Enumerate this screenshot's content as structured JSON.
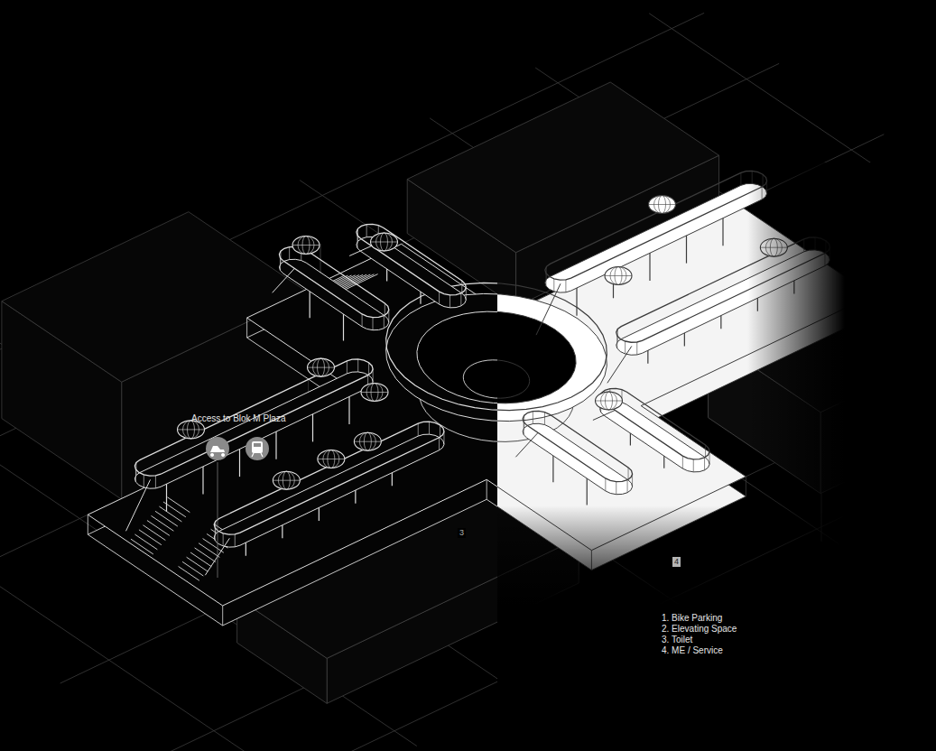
{
  "diagram": {
    "labels": [
      "Access to Blok M Plaza",
      "3",
      "4",
      "1. Bike Parking",
      "2. Elevating Space",
      "3. Toilet",
      "4. ME / Service"
    ]
  }
}
